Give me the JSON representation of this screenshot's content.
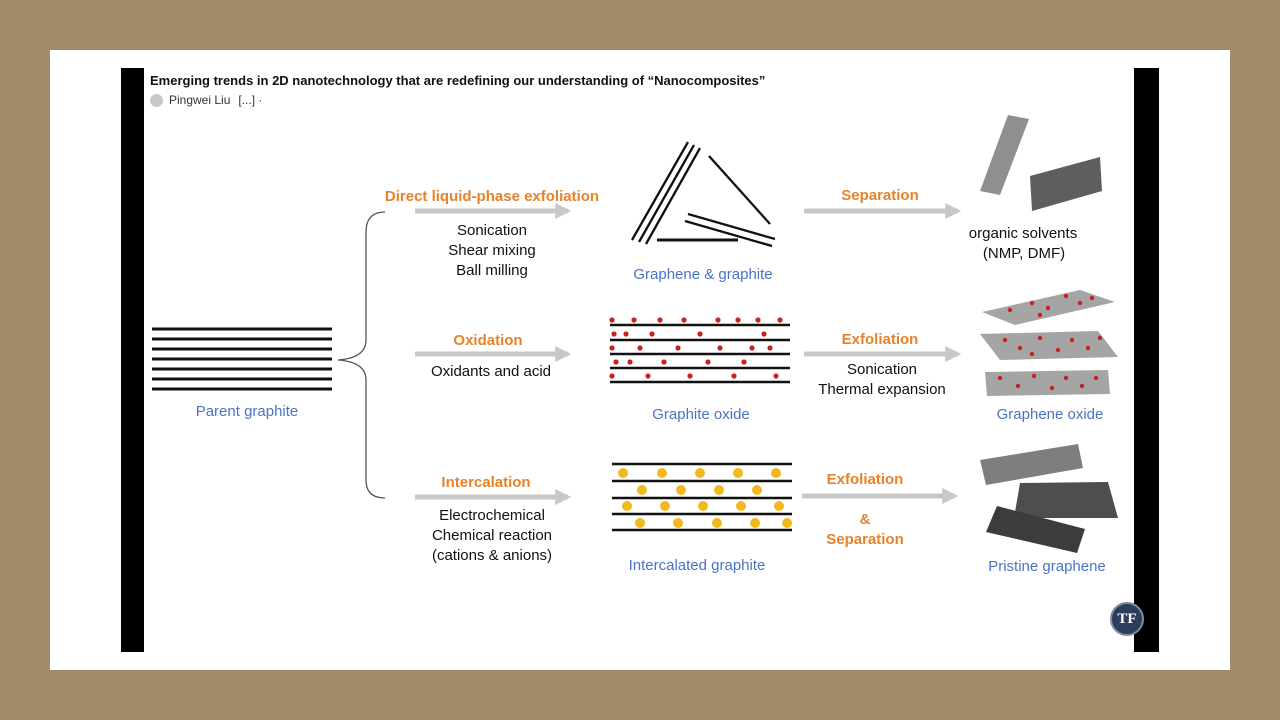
{
  "header": {
    "title": "Emerging trends in 2D nanotechnology that are redefining our understanding of “Nanocomposites”",
    "author": "Pingwei Liu",
    "more": "[...] ·"
  },
  "diagram": {
    "parent_label": "Parent graphite",
    "routes": [
      {
        "method": "Direct liquid-phase exfoliation",
        "steps": [
          "Sonication",
          "Shear mixing",
          "Ball milling"
        ],
        "intermediate": "Graphene & graphite",
        "second_method": "Separation",
        "product_notes": [
          "organic solvents",
          "(NMP, DMF)"
        ],
        "product": ""
      },
      {
        "method": "Oxidation",
        "steps": [
          "Oxidants and acid"
        ],
        "intermediate": "Graphite oxide",
        "second_method": "Exfoliation",
        "second_steps": [
          "Sonication",
          "Thermal expansion"
        ],
        "product": "Graphene oxide"
      },
      {
        "method": "Intercalation",
        "steps": [
          "Electrochemical",
          "Chemical reaction",
          "(cations & anions)"
        ],
        "intermediate": "Intercalated graphite",
        "second_method_lines": [
          "Exfoliation",
          "&",
          "Separation"
        ],
        "product": "Pristine graphene"
      }
    ],
    "colors": {
      "method": "#e8822a",
      "label": "#4a73c4",
      "arrow": "#c8c8c8",
      "oxide_dot": "#cc1f1f",
      "ion_dot": "#f2b81d"
    }
  },
  "logo": {
    "icon": "tf-logo-icon"
  }
}
